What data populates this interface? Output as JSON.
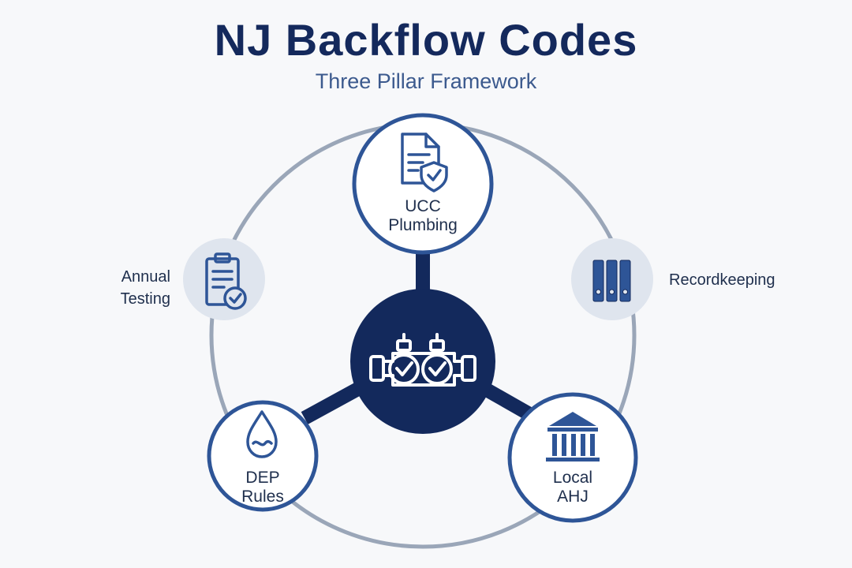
{
  "header": {
    "title": "NJ Backflow Codes",
    "subtitle": "Three Pillar Framework"
  },
  "hub": {
    "icon": "backflow-preventer-valves-icon"
  },
  "pillars": [
    {
      "id": "ucc",
      "lines": [
        "UCC",
        "Plumbing"
      ],
      "icon": "document-shield-icon"
    },
    {
      "id": "dep",
      "lines": [
        "DEP",
        "Rules"
      ],
      "icon": "water-drop-icon"
    },
    {
      "id": "ahj",
      "lines": [
        "Local",
        "AHJ"
      ],
      "icon": "government-building-icon"
    }
  ],
  "satellites": [
    {
      "id": "testing",
      "lines": [
        "Annual",
        "Testing"
      ],
      "icon": "clipboard-check-icon"
    },
    {
      "id": "records",
      "lines": [
        "Recordkeeping"
      ],
      "icon": "binders-icon"
    }
  ],
  "colors": {
    "navy": "#13295c",
    "ring": "#9aa6b8",
    "pillar_border": "#2e5597",
    "satellite_fill": "#dfe5ee"
  }
}
